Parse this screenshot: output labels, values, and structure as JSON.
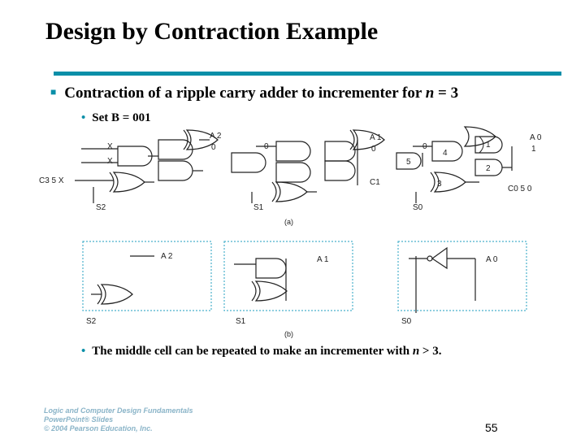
{
  "slide": {
    "title": "Design by Contraction Example",
    "bullet_main_prefix": "Contraction of a ripple carry adder to incrementer for ",
    "bullet_main_var": "n",
    "bullet_main_suffix": " = 3",
    "sub_bullet_1": "Set B = 001",
    "sub_bullet_2_prefix": "The middle cell can be repeated to make an incrementer with ",
    "sub_bullet_2_var": "n",
    "sub_bullet_2_suffix": " > 3.",
    "page_number": "55",
    "footer_lines": [
      "Logic and Computer Design Fundamentals",
      "PowerPoint® Slides",
      "© 2004 Pearson Education, Inc."
    ],
    "accent_color": "#0a8fa8"
  },
  "diagram_a": {
    "caption": "(a)",
    "labels": {
      "a2": "A 2",
      "a2_zero": "0",
      "x_top": "X",
      "x_mid": "X",
      "c3": "C3 5  X",
      "s2": "S2",
      "zero_mid": "0",
      "s1": "S1",
      "a1": "A 1",
      "a1_zero": "0",
      "c1": "C1",
      "zero_right": "0",
      "a0": "A 0",
      "one_a0": "1",
      "n1": "1",
      "n2": "2",
      "n3": "3",
      "n4": "4",
      "n5": "5",
      "c0": "C0 5  0",
      "s0": "S0"
    }
  },
  "diagram_b": {
    "caption": "(b)",
    "labels": {
      "a2": "A 2",
      "a1": "A 1",
      "a0": "A 0",
      "s2": "S2",
      "s1": "S1",
      "s0": "S0"
    }
  }
}
